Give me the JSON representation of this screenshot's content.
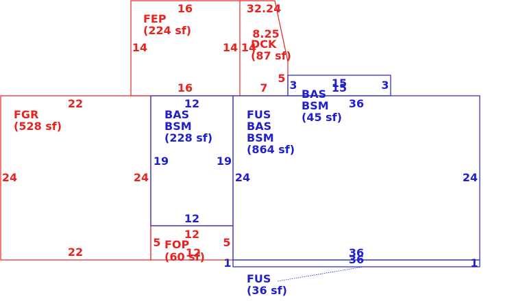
{
  "colors": {
    "red": "#e8231f",
    "blue": "#1f1fd0"
  },
  "areas": {
    "fep": {
      "name": "FEP",
      "area": "(224 sf)"
    },
    "dck": {
      "name": "DCK",
      "area": "(87 sf)"
    },
    "fgr": {
      "name": "FGR",
      "area": "(528 sf)"
    },
    "bas_small": {
      "l1": "BAS",
      "l2": "BSM",
      "area": "(45 sf)"
    },
    "bas_mid": {
      "l1": "BAS",
      "l2": "BSM",
      "area": "(228 sf)"
    },
    "fus_main": {
      "l1": "FUS",
      "l2": "BAS",
      "l3": "BSM",
      "area": "(864 sf)"
    },
    "fop": {
      "name": "FOP",
      "area": "(60 sf)"
    },
    "fus_strip": {
      "name": "FUS",
      "area": "(36 sf)"
    }
  },
  "dims": {
    "fep_top": "16",
    "fep_left": "14",
    "fep_right": "14",
    "fep_bottom": "16",
    "dck_top": "32.24",
    "dck_diag": "8.25",
    "dck_left": "14",
    "dck_right": "5",
    "dck_bottom": "7",
    "bas_small_top": "15",
    "bas_small_top2": "15",
    "bas_small_left": "3",
    "bas_small_right": "3",
    "fgr_top": "22",
    "fgr_left": "24",
    "fgr_right": "24",
    "fgr_bottom": "22",
    "bas_mid_top": "12",
    "bas_mid_left": "19",
    "bas_mid_right": "19",
    "bas_mid_bottom": "12",
    "fus_top": "36",
    "fus_left": "24",
    "fus_right": "24",
    "fus_bottom": "36",
    "fop_top": "12",
    "fop_inner": "12",
    "fop_left": "5",
    "fop_right": "5",
    "strip_top": "36",
    "strip_left": "1",
    "strip_right": "1"
  }
}
